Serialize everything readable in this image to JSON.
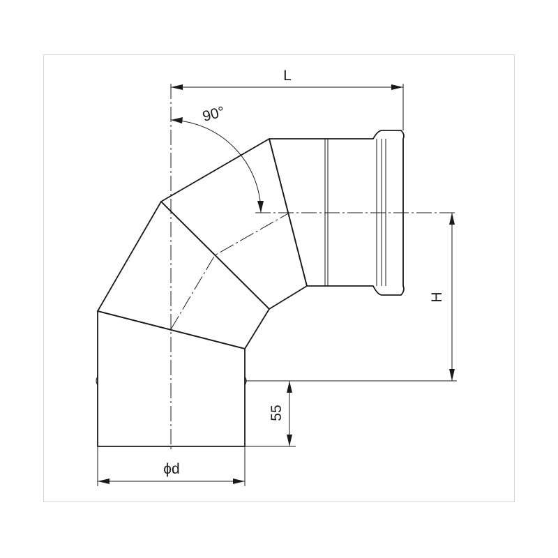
{
  "labels": {
    "length": "L",
    "angle": "90°",
    "height": "H",
    "insertion": "55",
    "diameter": "ϕd"
  }
}
